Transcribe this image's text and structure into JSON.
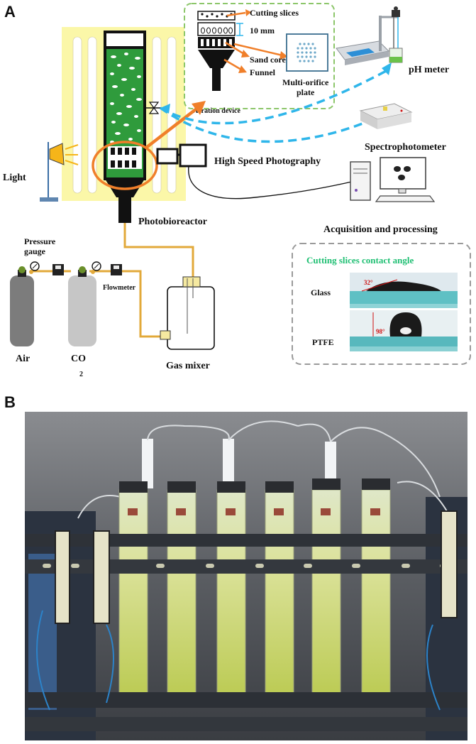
{
  "panels": {
    "a": "A",
    "b": "B"
  },
  "labels": {
    "light": "Light",
    "photobioreactor": "Photobioreactor",
    "pressure_gauge_1": "Pressure",
    "pressure_gauge_2": "gauge",
    "flowmeter": "Flowmeter",
    "air": "Air",
    "co2_main": "CO",
    "co2_sub": "2",
    "gas_mixer": "Gas mixer",
    "high_speed": "High Speed Photography",
    "spectrophotometer": "Spectrophotometer",
    "ph_meter": "pH meter",
    "acquisition": "Acquisition and processing",
    "aeration": "Aeration device"
  },
  "inset": {
    "cutting_slices": "Cutting slices",
    "spacing": "10 mm",
    "sand_core": "Sand core",
    "funnel": "Funnel",
    "plate_1": "Multi-orifice",
    "plate_2": "plate"
  },
  "contact_angle": {
    "title": "Cutting slices contact angle",
    "glass_label": "Glass",
    "glass_angle": "32°",
    "ptfe_label": "PTFE",
    "ptfe_angle": "98°"
  },
  "colors": {
    "arrow_orange": "#f07f2a",
    "arrow_cyan": "#2fb6ea",
    "reactor_green": "#2f9b3c",
    "pipe_gold": "#e2a93a",
    "light_panel": "#fbf7a8",
    "inset_border": "#8cc66a",
    "contact_title": "#1fbf73"
  }
}
